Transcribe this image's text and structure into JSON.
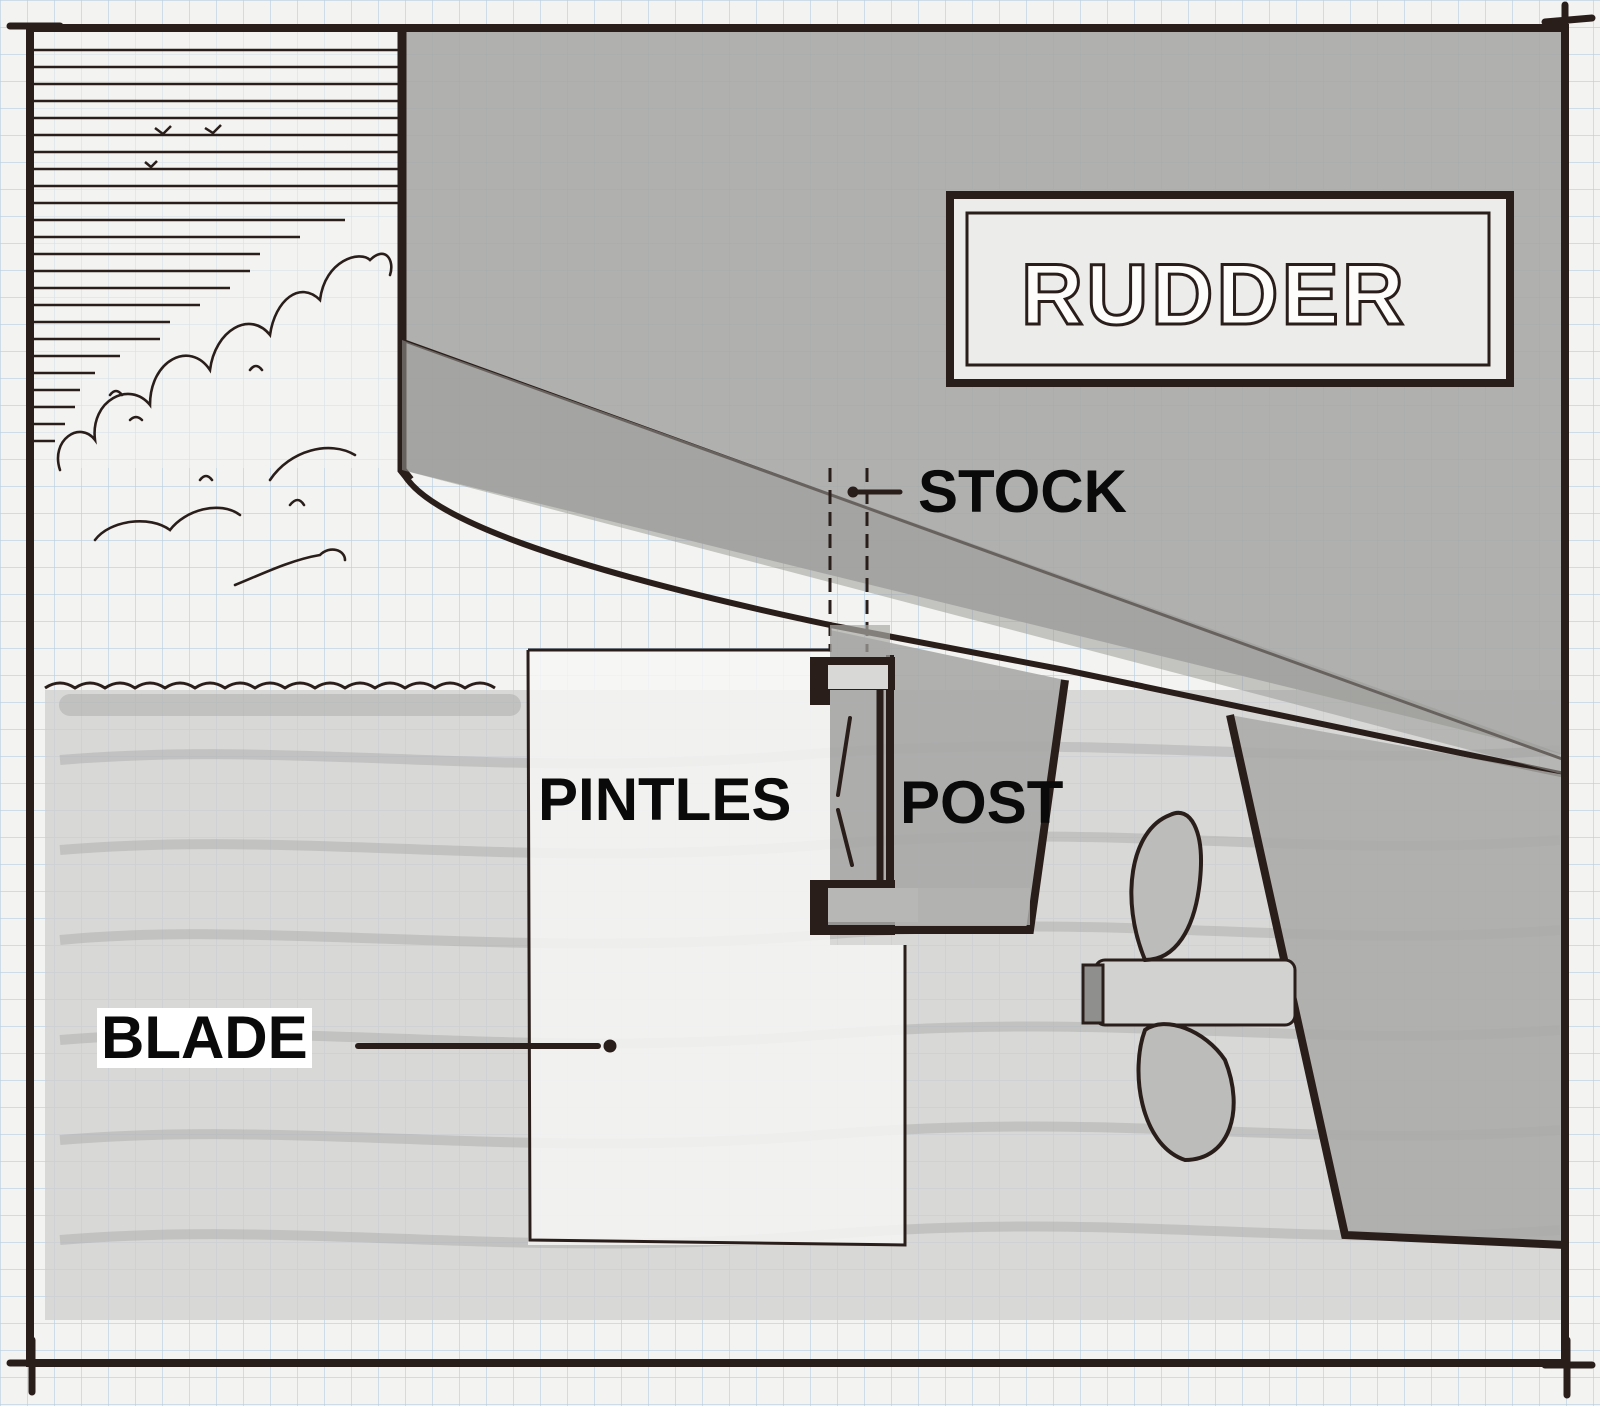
{
  "title": "RUDDER",
  "labels": {
    "stock": "STOCK",
    "pintles": "PINTLES",
    "post": "POST",
    "blade": "BLADE"
  },
  "colors": {
    "paper": "#f3f3f1",
    "grid": "#b6cde0",
    "ink": "#2a1e1a",
    "hull_shading": "#a9a9a7",
    "water_shading": "#c9c9c7",
    "text": "#0a0a0a"
  }
}
